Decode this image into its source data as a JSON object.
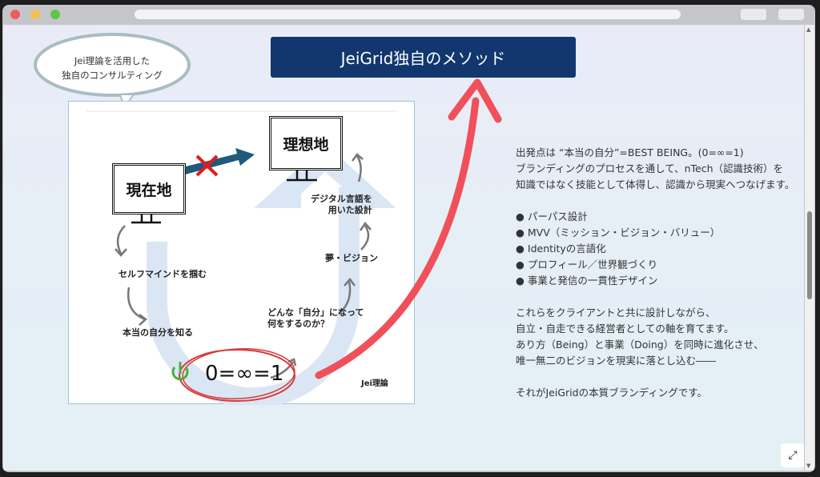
{
  "window": {
    "title_button": "JeiGrid独自のメソッド"
  },
  "bubble": {
    "lines": [
      "Jei理論を活用した",
      "独自のコンサルティング"
    ]
  },
  "diagram": {
    "current": "現在地",
    "ideal": "理想地",
    "step1": "セルフマインドを掴む",
    "step2": "本当の自分を知る",
    "step3": [
      "どんな「自分」になって",
      "何をするのか？"
    ],
    "step4": "夢・ビジョン",
    "step5": [
      "デジタル言語を",
      "用いた設計"
    ],
    "formula": "0=∞=1",
    "credit": "Jei理論"
  },
  "description": {
    "intro": [
      "出発点は “本当の自分”=BEST BEING。(0=∞=1)",
      "ブランディングのプロセスを通して、nTech（認識技術）を",
      "知識ではなく技能として体得し、認識から現実へつなげます。"
    ],
    "bullets": [
      "● パーパス設計",
      "● MVV（ミッション・ビジョン・バリュー）",
      "● Identityの言語化",
      "● プロフィール／世界観づくり",
      "● 事業と発信の一貫性デザイン"
    ],
    "body": [
      "これらをクライアントと共に設計しながら、",
      "自立・自走できる経営者としての軸を育てます。",
      "あり方（Being）と事業（Doing）を同時に進化させ、",
      "唯一無二のビジョンを現実に落とし込む――"
    ],
    "closing": "それがJeiGridの本質ブランディングです。"
  },
  "icons": {
    "expand": "expand-icon",
    "power": "power-icon"
  },
  "colors": {
    "title_bg": "#11376e",
    "arrow_red": "#f0505a",
    "accent_green": "#4caf3a"
  }
}
